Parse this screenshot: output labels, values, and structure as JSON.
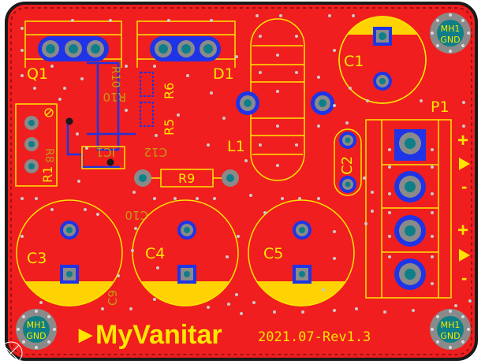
{
  "colors": {
    "board": "#f01e1e",
    "outline": "#1a1a1a",
    "silkscreen": "#ffe600",
    "pad_ring": "#1e34e6",
    "pad_fill": "#8a8a8a",
    "hole": "#0e7f88",
    "via": "#c9c9c9",
    "bottom_silk": "#c49a12",
    "trace_blue": "#2233dd"
  },
  "labels": {
    "q1": "Q1",
    "d1": "D1",
    "c1": "C1",
    "p1": "P1",
    "l1": "L1",
    "r10": "R10",
    "r10b": "R10",
    "r6": "R6",
    "r5": "R5",
    "r8": "R8",
    "r1": "R1",
    "ic1": "IC1",
    "c12": "C12",
    "c2": "C2",
    "r9": "R9",
    "c3": "C3",
    "c4": "C4",
    "c5": "C5",
    "c9": "C9",
    "c10": "C10"
  },
  "mounting_holes": [
    {
      "line1": "MH1",
      "line2": "GND"
    },
    {
      "line1": "MH1",
      "line2": "GND"
    },
    {
      "line1": "MH1",
      "line2": "GND"
    }
  ],
  "brand": {
    "arrow": "▶",
    "name": "MyVanitar",
    "revision": "2021.07-Rev1.3"
  },
  "connector_marks": {
    "plus1": "+",
    "minus1": "-",
    "plus2": "+",
    "minus2": "-"
  }
}
